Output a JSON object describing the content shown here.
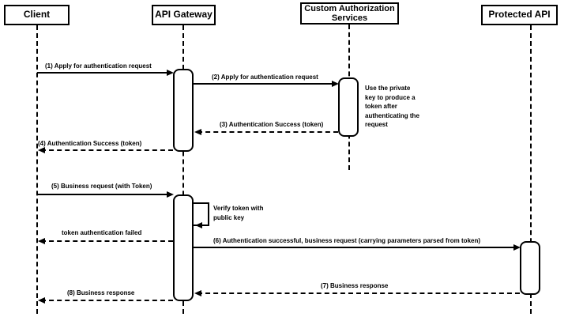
{
  "diagram": {
    "type": "uml-sequence-diagram",
    "colors": {
      "line": "#000000",
      "background": "#ffffff",
      "shape_fill": "#ffffff",
      "text": "#000000"
    },
    "actors": [
      {
        "name": "Client"
      },
      {
        "name": "API Gateway"
      },
      {
        "name": "Custom Authorization Services"
      },
      {
        "name": "Protected API"
      }
    ],
    "messages": [
      {
        "label": "(1) Apply for authentication request",
        "from": "Client",
        "to": "API Gateway",
        "line": "solid"
      },
      {
        "label": "(2) Apply for authentication request",
        "from": "API Gateway",
        "to": "Custom Authorization Services",
        "line": "solid"
      },
      {
        "label": "(3) Authentication Success (token)",
        "from": "Custom Authorization Services",
        "to": "API Gateway",
        "line": "dashed"
      },
      {
        "label": "(4) Authentication Success (token)",
        "from": "API Gateway",
        "to": "Client",
        "line": "dashed"
      },
      {
        "label": "(5) Business request (with Token)",
        "from": "Client",
        "to": "API Gateway",
        "line": "solid"
      },
      {
        "label": "Verify token with public key",
        "from": "API Gateway",
        "to": "API Gateway",
        "line": "self"
      },
      {
        "label": "token authentication failed",
        "from": "API Gateway",
        "to": "Client",
        "line": "dashed"
      },
      {
        "label": "(6) Authentication successful, business request (carrying parameters parsed from token)",
        "from": "API Gateway",
        "to": "Protected API",
        "line": "solid"
      },
      {
        "label": "(7) Business response",
        "from": "Protected API",
        "to": "API Gateway",
        "line": "dashed"
      },
      {
        "label": "(8) Business response",
        "from": "API Gateway",
        "to": "Client",
        "line": "dashed"
      }
    ],
    "note": {
      "text": "Use the private key to produce a token after authenticating the request"
    }
  }
}
